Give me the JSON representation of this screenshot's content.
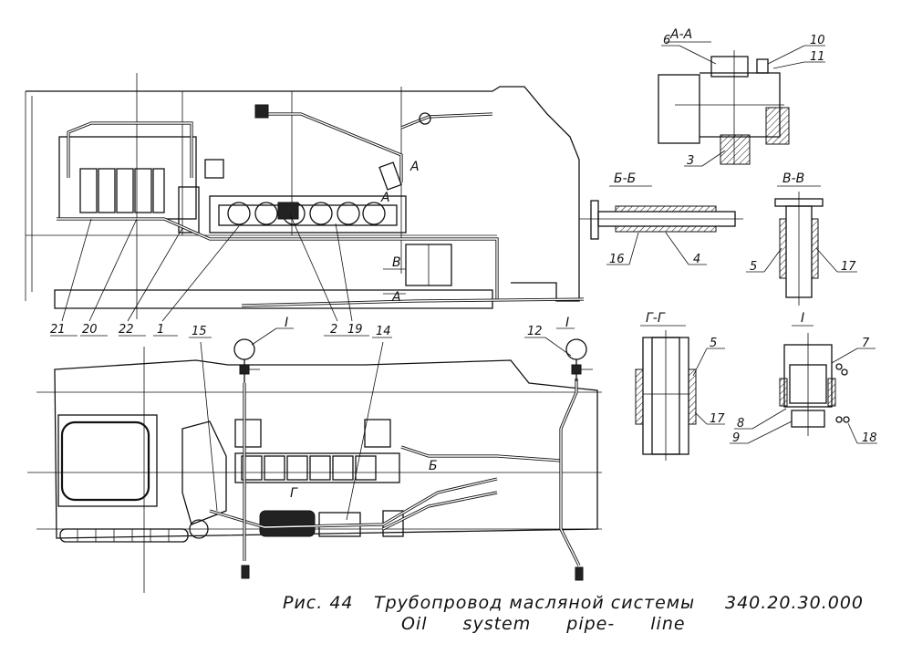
{
  "caption": {
    "figure_ru": "Рис. 44",
    "title_ru": "Трубопровод масляной системы",
    "code": "340.20.30.000",
    "title_en": "Oil system pipe- line"
  },
  "sections": {
    "aa": "А-А",
    "bb": "Б-Б",
    "vv": "В-В",
    "gg": "Г-Г",
    "detail_1": "I",
    "gauge_1": "I",
    "gauge_2": "I"
  },
  "view_marks": {
    "a_upper": "А",
    "a_lower": "А",
    "v_mark": "В",
    "a_bottom": "А",
    "b_mark": "Б",
    "g_mark": "Г"
  },
  "callouts": {
    "c1": "1",
    "c2": "2",
    "c3": "3",
    "c4": "4",
    "c5": "5",
    "c5b": "5",
    "c6": "6",
    "c7": "7",
    "c8": "8",
    "c9": "9",
    "c10": "10",
    "c11": "11",
    "c12": "12",
    "c14": "14",
    "c15": "15",
    "c16": "16",
    "c17": "17",
    "c17b": "17",
    "c18": "18",
    "c19": "19",
    "c20": "20",
    "c21": "21",
    "c22": "22"
  }
}
